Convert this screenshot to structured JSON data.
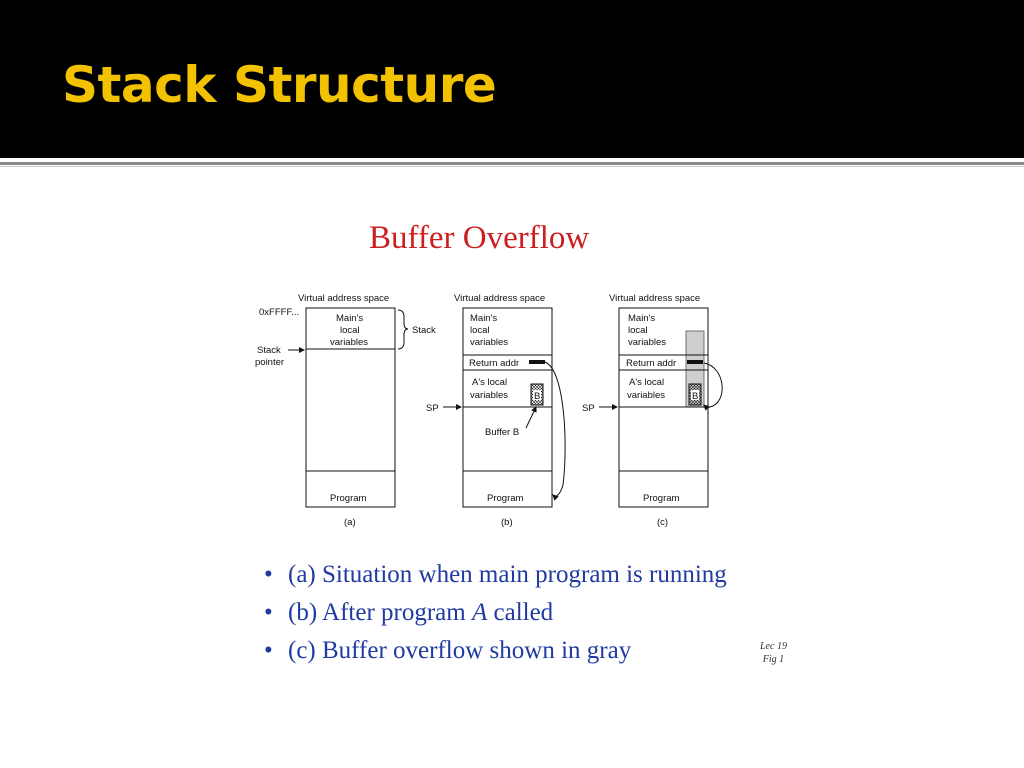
{
  "slide": {
    "title": "Stack Structure"
  },
  "figure": {
    "title": "Buffer Overflow",
    "panels": [
      {
        "header": "Virtual address space",
        "main_vars_lines": [
          "Main's",
          "local",
          "variables"
        ],
        "program": "Program",
        "caption": "(a)"
      },
      {
        "header": "Virtual address space",
        "main_vars_lines": [
          "Main's",
          "local",
          "variables"
        ],
        "return_addr": "Return addr",
        "a_vars_lines": [
          "A's local",
          "variables"
        ],
        "buffer_letter": "B",
        "program": "Program",
        "caption": "(b)"
      },
      {
        "header": "Virtual address space",
        "main_vars_lines": [
          "Main's",
          "local",
          "variables"
        ],
        "return_addr": "Return addr",
        "a_vars_lines": [
          "A's local",
          "variables"
        ],
        "buffer_letter": "B",
        "program": "Program",
        "caption": "(c)"
      }
    ],
    "labels": {
      "top_address": "0xFFFF...",
      "stack": "Stack",
      "stack_pointer_lines": [
        "Stack",
        "pointer"
      ],
      "sp": "SP",
      "buffer_b": "Buffer B"
    },
    "overflow_color": "#cfcfcf"
  },
  "bullets": [
    {
      "text": "(a) Situation when main program is running"
    },
    {
      "text_before": "(b) After program ",
      "text_italic": "A",
      "text_after": " called"
    },
    {
      "text": "(c) Buffer overflow shown in gray"
    }
  ],
  "reference": {
    "line1": "Lec 19",
    "line2": "Fig 1"
  },
  "colors": {
    "title": "#f2c200",
    "header_bg": "#000000",
    "figure_title": "#cc1f1f",
    "bullet_text": "#1f3aa0"
  }
}
